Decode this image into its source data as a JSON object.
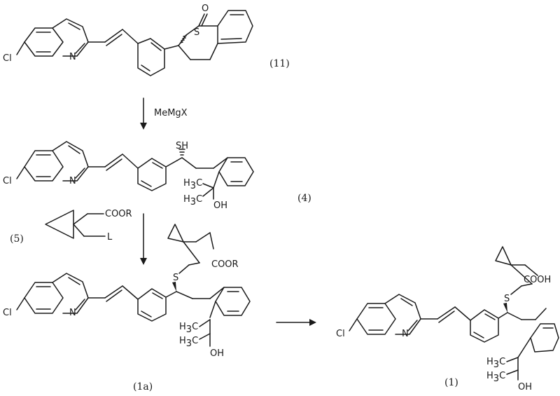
{
  "compounds": {
    "c11": {
      "label": "(11)",
      "atoms": {
        "cl": "Cl",
        "n": "N",
        "s": "S",
        "o": "O"
      }
    },
    "c4": {
      "label": "(4)",
      "atoms": {
        "cl": "Cl",
        "n": "N",
        "sh": "SH",
        "h3c_a": "H",
        "h3c_b": "H",
        "oh": "OH"
      }
    },
    "c5": {
      "label": "(5)",
      "atoms": {
        "coor": "COOR",
        "l": "L"
      }
    },
    "c1a": {
      "label": "(1a)",
      "atoms": {
        "cl": "Cl",
        "n": "N",
        "s": "S",
        "coor": "COOR",
        "h3c_a": "H",
        "h3c_b": "H",
        "oh": "OH"
      }
    },
    "c1": {
      "label": "(1)",
      "atoms": {
        "cl": "Cl",
        "n": "N",
        "s": "S",
        "cooh": "COOH",
        "h3c_a": "H",
        "h3c_b": "H",
        "oh": "OH"
      }
    }
  },
  "reagents": {
    "step1": "MeMgX"
  }
}
